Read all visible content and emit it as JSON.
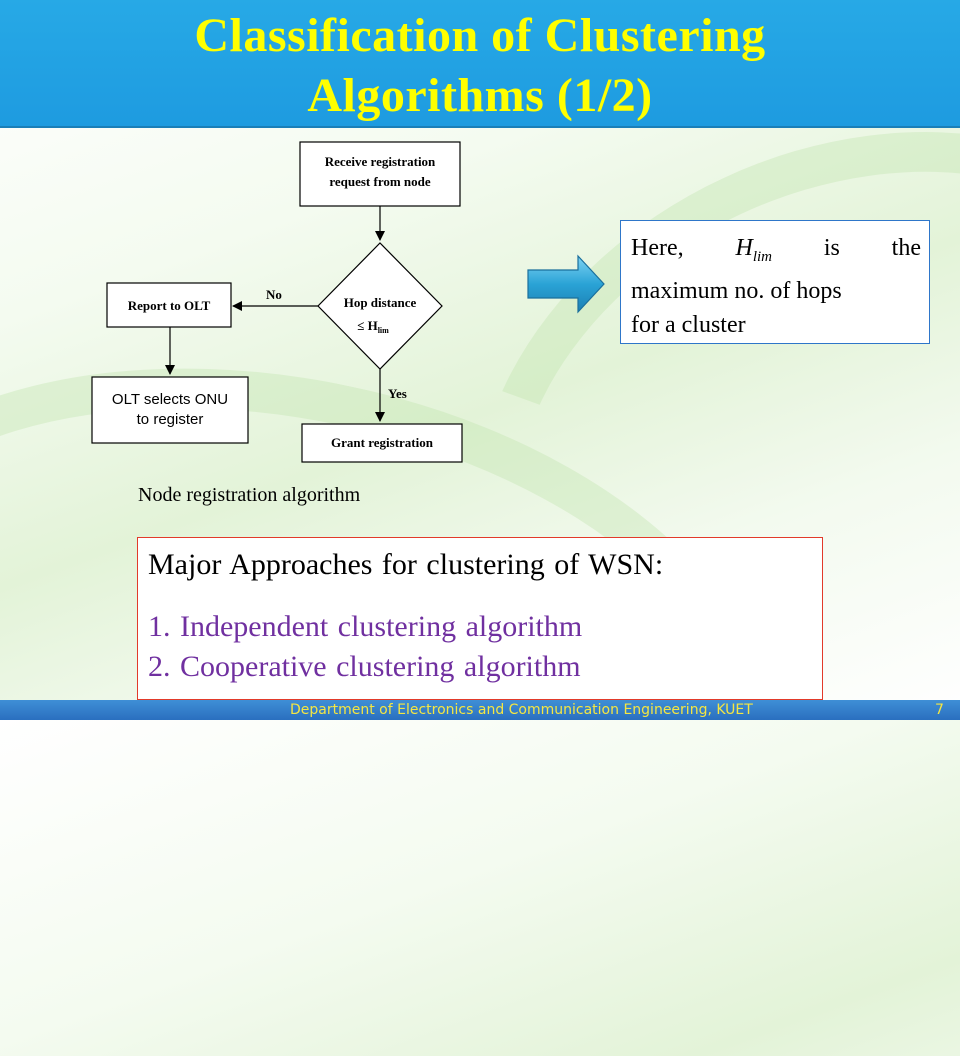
{
  "slide": {
    "title_line1": "Classification of Clustering",
    "title_line2": "Algorithms (1/2)",
    "footer": "Department of Electronics and Communication Engineering, KUET",
    "page_number": "7"
  },
  "flowchart": {
    "receive_line1": "Receive registration",
    "receive_line2": "request from node",
    "decision_line1": "Hop distance",
    "decision_le": "≤ H",
    "decision_sub": "lim",
    "report": "Report to OLT",
    "olt_line1": "OLT selects ONU",
    "olt_line2": "to register",
    "grant": "Grant registration",
    "no_label": "No",
    "yes_label": "Yes",
    "caption": "Node registration algorithm"
  },
  "note": {
    "w1": "Here,",
    "w2_main": "H",
    "w2_sub": "lim",
    "w3": "is",
    "w4": "the",
    "line2": "maximum no. of hops",
    "line3": "for a cluster"
  },
  "approaches": {
    "heading": "Major Approaches for clustering of WSN:",
    "items": [
      "1.  Independent clustering algorithm",
      "2.  Cooperative clustering algorithm"
    ]
  },
  "colors": {
    "title_bg": "#1e9be0",
    "title_text": "#ffff00",
    "approach_items": "#7030a0",
    "approach_border": "#e23a2a",
    "note_border": "#2e76c9",
    "arrow": "#2aa3d6"
  }
}
